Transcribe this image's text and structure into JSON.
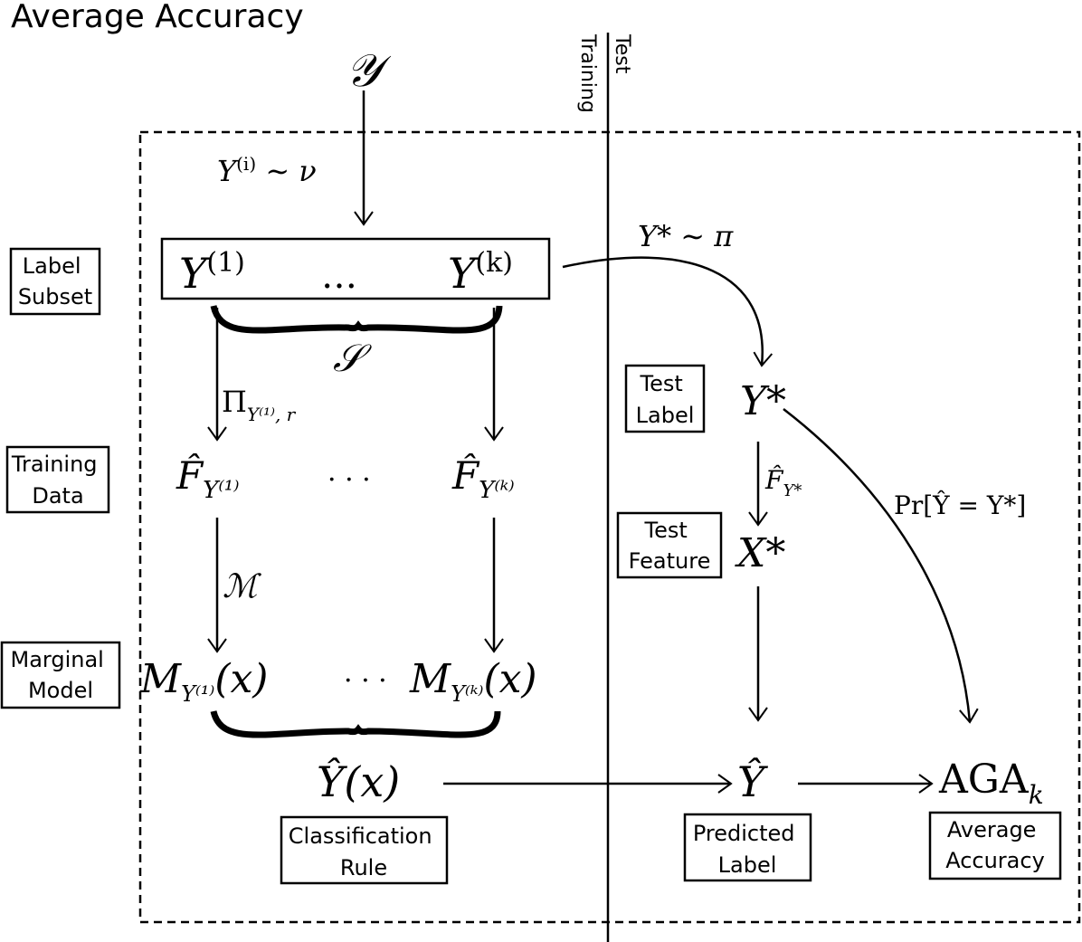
{
  "title": "Average Accuracy",
  "divider": {
    "left": "Training",
    "right": "Test"
  },
  "symbols": {
    "label_space": "𝒴",
    "sample_labels": "Y",
    "sample_labels_sup": "(i)",
    "sample_labels_dist": " ∼ ν",
    "y1": "Y",
    "y1_sup": "(1)",
    "yk": "Y",
    "yk_sup": "(k)",
    "dots": "…",
    "subset": "𝒮",
    "pi": "Π",
    "pi_sub": "Y⁽¹⁾, r",
    "f1": "F̂",
    "f1_sub": "Y⁽¹⁾",
    "fk": "F̂",
    "fk_sub": "Y⁽ᵏ⁾",
    "cdots": "· · ·",
    "m_op": "ℳ",
    "m1": "M",
    "m1_sub": "Y⁽¹⁾",
    "m1_arg": "(x)",
    "mk": "M",
    "mk_sub": "Y⁽ᵏ⁾",
    "mk_arg": "(x)",
    "yhat_x": "Ŷ(x)",
    "ystar_draw": "Y* ∼ π",
    "ystar": "Y*",
    "fhat_ystar": "F̂",
    "fhat_ystar_sub": "Y*",
    "xstar": "X*",
    "prob": "Pr[Ŷ = Y*]",
    "yhat": "Ŷ",
    "aga": "AGA",
    "aga_sub": "k"
  },
  "side_labels": {
    "label_subset": [
      "Label",
      "Subset"
    ],
    "training_data": [
      "Training",
      "Data"
    ],
    "marginal_model": [
      "Marginal",
      "Model"
    ]
  },
  "box_labels": {
    "test_label": [
      "Test",
      "Label"
    ],
    "test_feature": [
      "Test",
      "Feature"
    ],
    "classification_rule": [
      "Classification",
      "Rule"
    ],
    "predicted_label": [
      "Predicted",
      "Label"
    ],
    "average_accuracy": [
      "Average",
      "Accuracy"
    ]
  }
}
